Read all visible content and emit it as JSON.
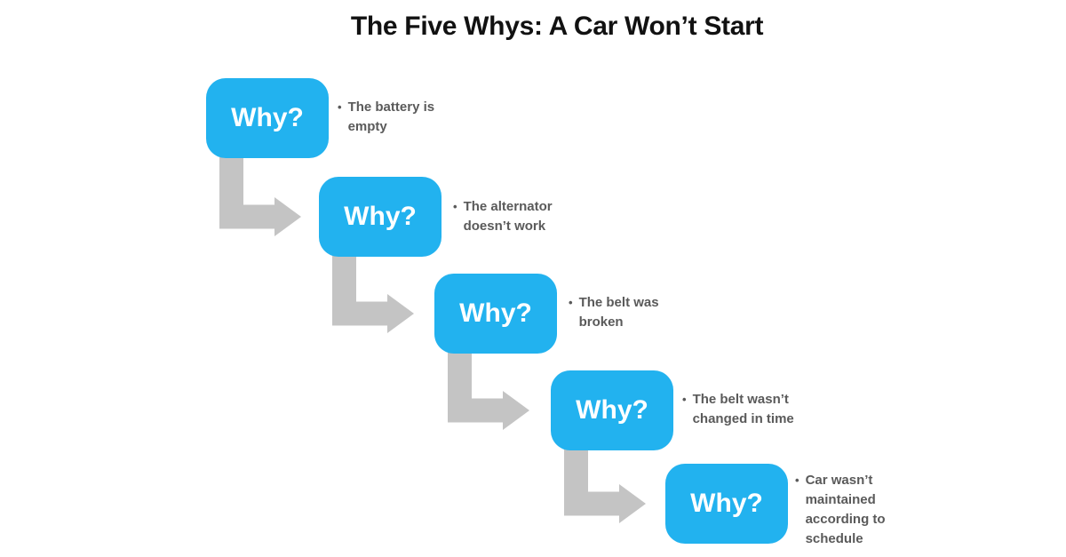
{
  "title": "The Five Whys: A Car Won’t Start",
  "bullet": "•",
  "colors": {
    "box_blue": "#22B2EF",
    "arrow_gray": "#C4C4C4",
    "note_gray": "#5A5A5A",
    "title_black": "#111111",
    "why_text_white": "#FFFFFF"
  },
  "steps": [
    {
      "box_label": "Why?",
      "note": "The battery is\nempty"
    },
    {
      "box_label": "Why?",
      "note": "The alternator\ndoesn’t work"
    },
    {
      "box_label": "Why?",
      "note": "The belt was\nbroken"
    },
    {
      "box_label": "Why?",
      "note": "The belt wasn’t\nchanged in time"
    },
    {
      "box_label": "Why?",
      "note": "Car wasn’t\nmaintained\naccording to\nschedule"
    }
  ]
}
